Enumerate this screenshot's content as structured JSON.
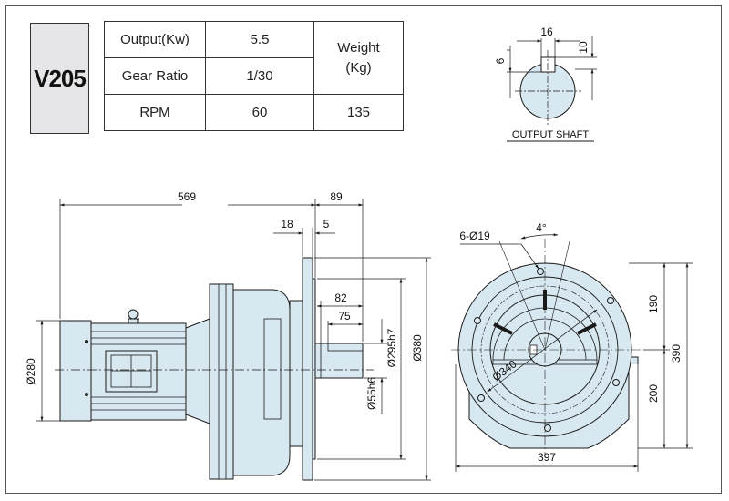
{
  "model": "V205",
  "specs": {
    "output_label": "Output(Kw)",
    "output_value": "5.5",
    "gear_ratio_label": "Gear  Ratio",
    "gear_ratio_value": "1/30",
    "rpm_label": "RPM",
    "rpm_value": "60",
    "weight_label_line1": "Weight",
    "weight_label_line2": "(Kg)",
    "weight_value": "135"
  },
  "output_shaft": {
    "label": "OUTPUT SHAFT",
    "key_width": "16",
    "key_height": "10",
    "key_depth": "6"
  },
  "side_view": {
    "overall_length": "569",
    "shaft_length": "89",
    "flange_thickness": "18",
    "flange_spigot": "5",
    "shaft_key_length_outer": "82",
    "shaft_key_length_inner": "75",
    "motor_diameter": "Ø280",
    "shaft_diameter": "Ø55h6",
    "spigot_diameter": "Ø295h7",
    "flange_diameter": "Ø380"
  },
  "front_view": {
    "bolt_holes": "6-Ø19",
    "bolt_angle": "4°",
    "pcd": "Ø340",
    "height_upper": "190",
    "height_lower": "200",
    "total_height": "390",
    "width": "397"
  },
  "colors": {
    "body_fill": "#d8e8f0",
    "line": "#1a1a1a",
    "model_box": "#e6e6e8"
  }
}
